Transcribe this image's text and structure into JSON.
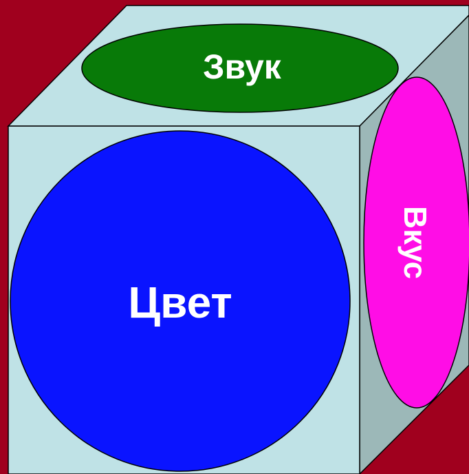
{
  "colors": {
    "background": "#a0001e",
    "cube_front": "#bfe2e6",
    "cube_top": "#bfe2e6",
    "cube_side": "#9cb8b8",
    "outline": "#000000",
    "face_top_ellipse": "#087a08",
    "face_front_circle": "#0a14ff",
    "face_side_ellipse": "#ff0de6",
    "text": "#ffffff"
  },
  "faces": {
    "top": {
      "label": "Звук"
    },
    "front": {
      "label": "Цвет"
    },
    "side": {
      "label": "Вкус"
    }
  }
}
